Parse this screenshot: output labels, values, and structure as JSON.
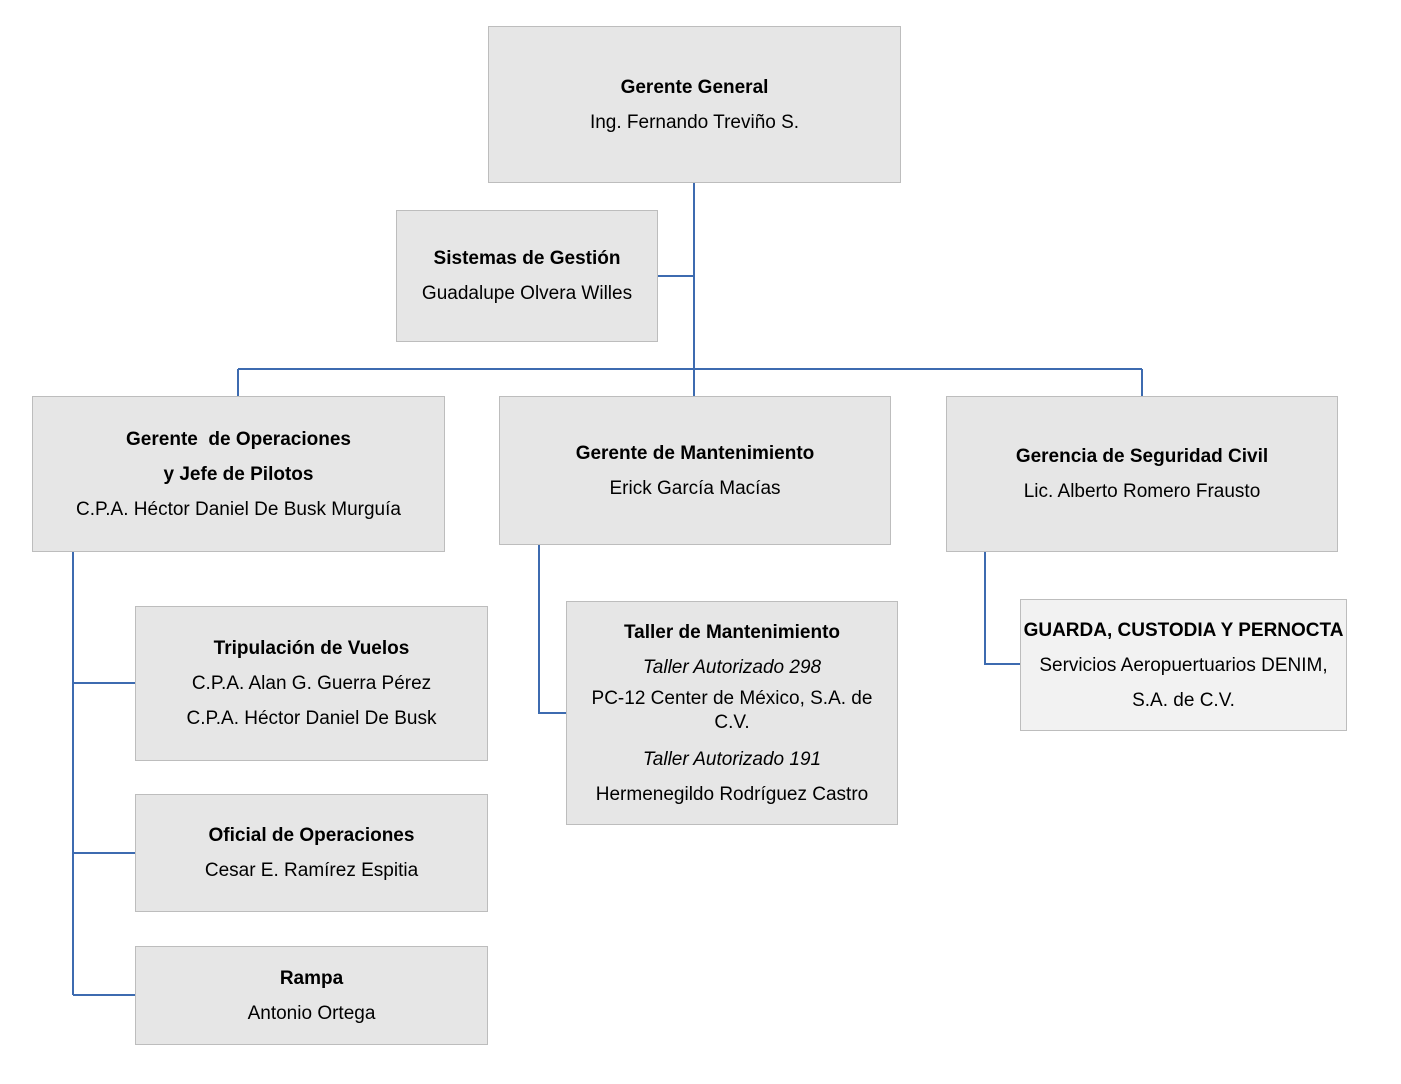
{
  "gerente_general": {
    "title": "Gerente General",
    "name": "Ing. Fernando Treviño S."
  },
  "sistemas": {
    "title": "Sistemas de Gestión",
    "name": "Guadalupe Olvera Willes"
  },
  "operaciones": {
    "title_1": "Gerente  de Operaciones",
    "title_2": "y Jefe de Pilotos",
    "name": "C.P.A. Héctor Daniel De Busk Murguía"
  },
  "mantenimiento": {
    "title": "Gerente de Mantenimiento",
    "name": "Erick García Macías"
  },
  "seguridad": {
    "title": "Gerencia de Seguridad Civil",
    "name": "Lic. Alberto Romero Frausto"
  },
  "tripulacion": {
    "title": "Tripulación de Vuelos",
    "name_1": "C.P.A. Alan G. Guerra Pérez",
    "name_2": "C.P.A. Héctor Daniel De Busk"
  },
  "oficial": {
    "title": "Oficial de Operaciones",
    "name": "Cesar E. Ramírez Espitia"
  },
  "rampa": {
    "title": "Rampa",
    "name": "Antonio Ortega"
  },
  "taller": {
    "title": "Taller de Mantenimiento",
    "auth_1": "Taller Autorizado 298",
    "company": "PC-12 Center de México, S.A. de C.V.",
    "auth_2": "Taller Autorizado 191",
    "person": "Hermenegildo Rodríguez Castro"
  },
  "guarda": {
    "title": "GUARDA, CUSTODIA Y PERNOCTA",
    "line_1": "Servicios Aeropuertuarios DENIM,",
    "line_2": "S.A. de C.V."
  },
  "colors": {
    "box_fill": "#e6e6e6",
    "box_border": "#bdbdbd",
    "connector": "#3d6bb0"
  }
}
